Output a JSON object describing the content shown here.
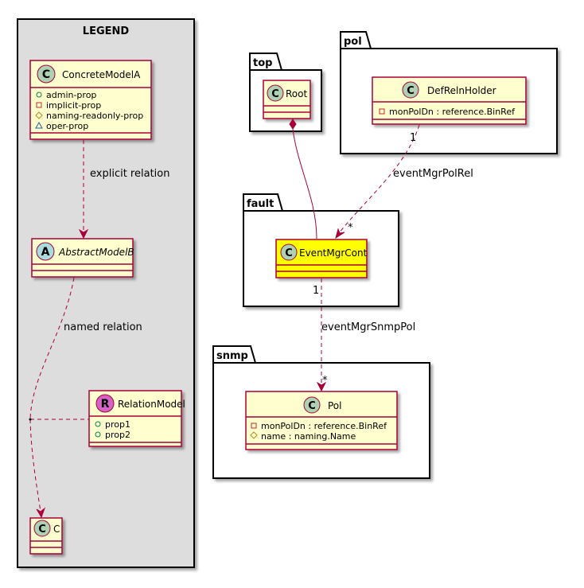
{
  "legend": {
    "title": "LEGEND",
    "concrete_model": {
      "stereotype": "C",
      "name": "ConcreteModelA",
      "props": [
        {
          "vis": "+",
          "name": "admin-prop"
        },
        {
          "vis": "-",
          "name": "implicit-prop"
        },
        {
          "vis": "#",
          "name": "naming-readonly-prop"
        },
        {
          "vis": "~",
          "name": "oper-prop"
        }
      ]
    },
    "explicit_relation": "explicit relation",
    "abstract_model": {
      "stereotype": "A",
      "name": "AbstractModelB"
    },
    "named_relation": "named relation",
    "relation_model": {
      "stereotype": "R",
      "name": "RelationModel",
      "props": [
        {
          "vis": "+",
          "name": "prop1"
        },
        {
          "vis": "+",
          "name": "prop2"
        }
      ]
    },
    "c_class": {
      "stereotype": "C",
      "name": "C"
    }
  },
  "packages": {
    "top": {
      "name": "top",
      "class": {
        "stereotype": "C",
        "name": "Root"
      }
    },
    "pol": {
      "name": "pol",
      "class": {
        "stereotype": "C",
        "name": "DefRelnHolder",
        "attrs": [
          {
            "vis": "-",
            "name": "monPolDn : reference.BinRef"
          }
        ]
      }
    },
    "fault": {
      "name": "fault",
      "class": {
        "stereotype": "C",
        "name": "EventMgrCont"
      }
    },
    "snmp": {
      "name": "snmp",
      "class": {
        "stereotype": "C",
        "name": "Pol",
        "attrs": [
          {
            "vis": "-",
            "name": "monPolDn : reference.BinRef"
          },
          {
            "vis": "#",
            "name": "name : naming.Name"
          }
        ]
      }
    }
  },
  "relations": {
    "polrel": {
      "label": "eventMgrPolRel",
      "from_mult": "1",
      "to_mult": "*"
    },
    "snmppol": {
      "label": "eventMgrSnmpPol",
      "from_mult": "1",
      "to_mult": "*"
    }
  },
  "colors": {
    "class_fill": "#FEFECE",
    "class_border": "#A80036",
    "highlight_fill": "#FFFF00",
    "legend_fill": "#DDDDDD",
    "stereo_c": "#ADD1B2",
    "stereo_a": "#A9DCDF",
    "stereo_r": "#D363C4"
  }
}
